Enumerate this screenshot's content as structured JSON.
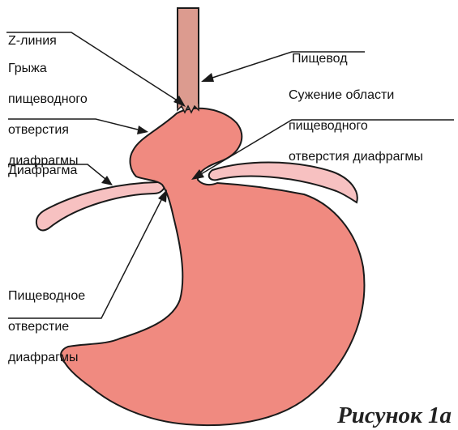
{
  "labels": {
    "z_line": [
      "Z-линия"
    ],
    "hernia": [
      "Грыжа",
      "пищеводного",
      "отверстия",
      "диафрагмы"
    ],
    "diaphragm": [
      "Диафрагма"
    ],
    "esophagus": [
      "Пищевод"
    ],
    "narrowing": [
      "Сужение области",
      "пищеводного",
      "отверстия диафрагмы"
    ],
    "hiatus": [
      "Пищеводное",
      "отверстие",
      "диафрагмы"
    ]
  },
  "caption": "Рисунок 1а",
  "colors": {
    "stomach": "#f08a80",
    "esophagus": "#dc9b8f",
    "diaphragm": "#f7c1c1",
    "outline": "#1a1a1a"
  }
}
